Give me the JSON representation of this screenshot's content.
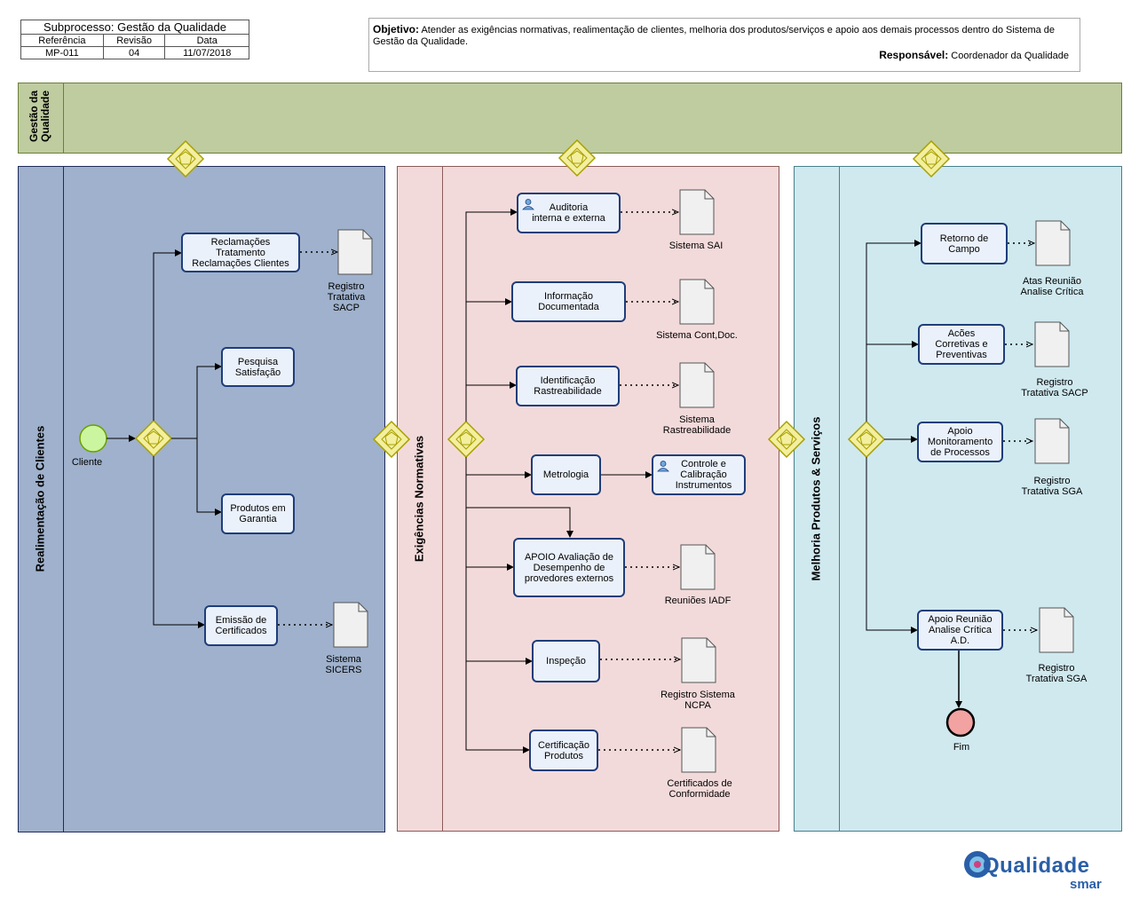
{
  "header": {
    "title": "Subprocesso: Gestão da Qualidade",
    "ref_label": "Referência",
    "rev_label": "Revisão",
    "date_label": "Data",
    "ref": "MP-011",
    "rev": "04",
    "date": "11/07/2018"
  },
  "objective": {
    "label": "Objetivo:",
    "text": "Atender as exigências normativas, realimentação de clientes, melhoria dos produtos/serviços e apoio aos demais processos dentro do Sistema de Gestão da Qualidade.",
    "resp_label": "Responsável:",
    "resp_text": "Coordenador da Qualidade"
  },
  "pools": {
    "top": "Gestão da Qualidade",
    "left": "Realimentação de Clientes",
    "middle": "Exigências Normativas",
    "right": "Melhoria Produtos & Serviços"
  },
  "left": {
    "start": "Cliente",
    "t1": "Reclamações\nTratamento\nReclamações Clientes",
    "t2": "Pesquisa\nSatisfação",
    "t3": "Produtos em\nGarantia",
    "t4": "Emissão de\nCertificados",
    "d1": "Registro\nTratativa\nSACP",
    "d2": "Sistema\nSICERS"
  },
  "middle": {
    "t1": "Auditoria\ninterna e externa",
    "t2": "Informação\nDocumentada",
    "t3": "Identificação\nRastreabilidade",
    "t4": "Metrologia",
    "t4b": "Controle e\nCalibração\nInstrumentos",
    "t5": "APOIO Avaliação de\nDesempenho de\nprovedores externos",
    "t6": "Inspeção",
    "t7": "Certificação\nProdutos",
    "d1": "Sistema SAI",
    "d2": "Sistema Cont,Doc.",
    "d3": "Sistema\nRastreabilidade",
    "d5": "Reuniões IADF",
    "d6": "Registro Sistema\nNCPA",
    "d7": "Certificados de\nConformidade"
  },
  "right": {
    "t1": "Retorno de\nCampo",
    "t2": "Acões\nCorretivas e\nPreventivas",
    "t3": "Apoio\nMonitoramento\nde Processos",
    "t4": "Apoio Reunião\nAnalise Crítica\nA.D.",
    "d1": "Atas Reunião\nAnalise Crítica",
    "d2": "Registro\nTratativa SACP",
    "d3": "Registro\nTratativa SGA",
    "d4": "Registro\nTratativa SGA",
    "end": "Fim"
  },
  "logo": {
    "word": "Qualidade",
    "sub": "smar"
  },
  "colors": {
    "top_pool": "#bfcc9f",
    "left_pool": "#9fb1cc",
    "middle_pool": "#f3dada",
    "right_pool": "#cfe9ef",
    "gateway": "#f3ef9f",
    "task_border": "#1f3d7a",
    "start_event": "#ccf59f",
    "end_event": "#f3a2a2"
  }
}
